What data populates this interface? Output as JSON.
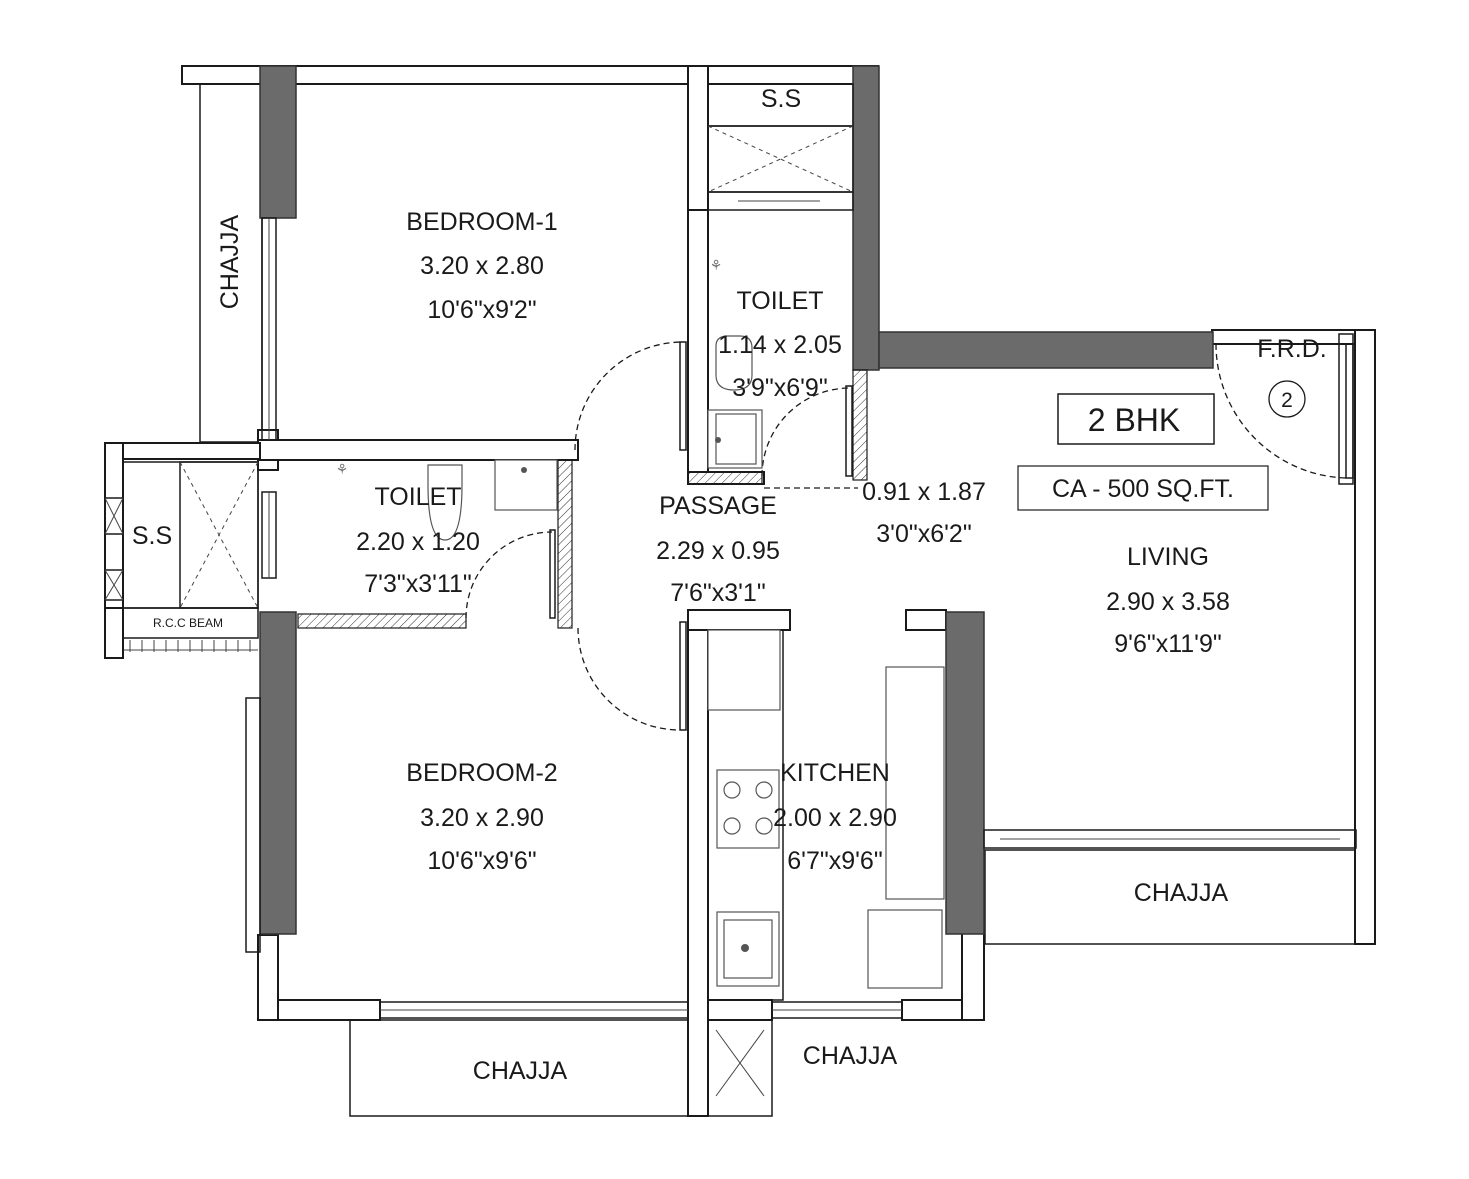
{
  "plan": {
    "unit_type": "2 BHK",
    "carpet_area": "CA -  500 SQ.FT.",
    "frd_label": "F.R.D.",
    "frd_number": "2",
    "rcc_beam": "R.C.C BEAM"
  },
  "rooms": {
    "bedroom1": {
      "name": "BEDROOM-1",
      "metric": "3.20 x 2.80",
      "imperial": "10'6\"x9'2\""
    },
    "bedroom2": {
      "name": "BEDROOM-2",
      "metric": "3.20 x 2.90",
      "imperial": "10'6\"x9'6\""
    },
    "toilet1": {
      "name": "TOILET",
      "metric": "1.14 x 2.05",
      "imperial": "3'9\"x6'9\""
    },
    "toilet2": {
      "name": "TOILET",
      "metric": "2.20 x 1.20",
      "imperial": "7'3\"x3'11\""
    },
    "passage": {
      "name": "PASSAGE",
      "metric": "2.29 x 0.95",
      "imperial": "7'6\"x3'1\""
    },
    "entry": {
      "metric": "0.91 x 1.87",
      "imperial": "3'0\"x6'2\""
    },
    "living": {
      "name": "LIVING",
      "metric": "2.90 x 3.58",
      "imperial": "9'6\"x11'9\""
    },
    "kitchen": {
      "name": "KITCHEN",
      "metric": "2.00 x 2.90",
      "imperial": "6'7\"x9'6\""
    }
  },
  "shafts": {
    "ss_top": "S.S",
    "ss_left": "S.S"
  },
  "chajjas": {
    "left": "CHAJJA",
    "bottom_bedroom": "CHAJJA",
    "bottom_kitchen": "CHAJJA",
    "living": "CHAJJA"
  }
}
